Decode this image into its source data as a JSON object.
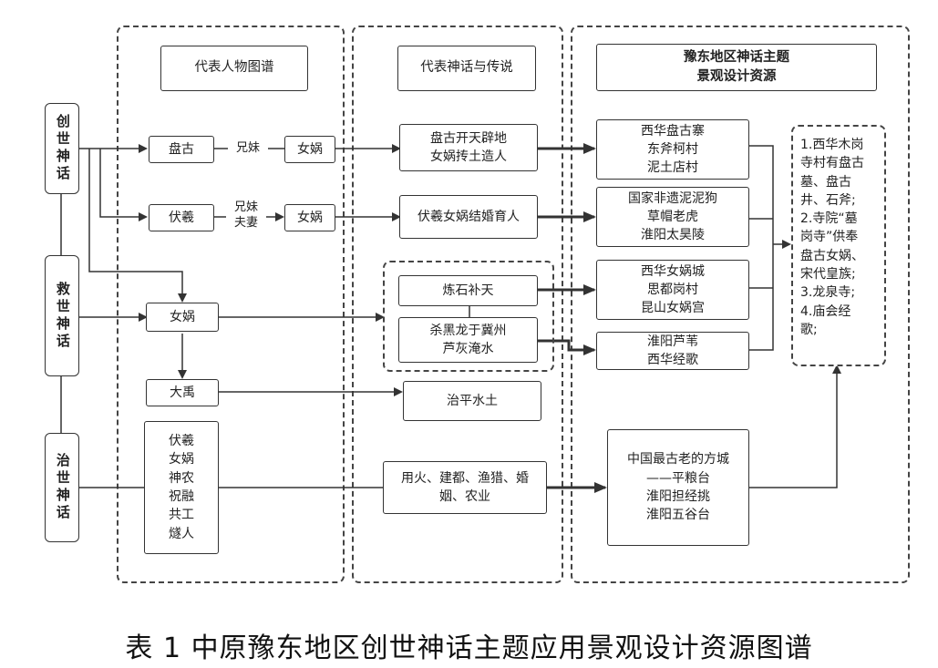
{
  "headers": {
    "figures": "代表人物图谱",
    "myths": "代表神话与传说",
    "resources": "豫东地区神话主题\n景观设计资源"
  },
  "eras": {
    "creation": "创世神话",
    "salvation": "救世神话",
    "governance": "治世神话"
  },
  "figures": {
    "pangu": "盘古",
    "nuwa1": "女娲",
    "fuxi": "伏羲",
    "nuwa2": "女娲",
    "nuwa3": "女娲",
    "dayu": "大禹",
    "group": "伏羲\n女娲\n神农\n祝融\n共工\n燧人"
  },
  "relations": {
    "siblings": "兄妹",
    "sibling_spouses": "兄妹\n夫妻"
  },
  "myths": {
    "m1": "盘古开天辟地\n女娲抟土造人",
    "m2": "伏羲女娲结婚育人",
    "m3": "炼石补天",
    "m4": "杀黑龙于冀州\n芦灰淹水",
    "m5": "治平水土",
    "m6": "用火、建都、渔猎、婚\n姻、农业"
  },
  "resources": {
    "r1": "西华盘古寨\n东斧柯村\n泥土店村",
    "r2": "国家非遗泥泥狗\n草帽老虎\n淮阳太昊陵",
    "r3": "西华女娲城\n思都岗村\n昆山女娲宫",
    "r4": "淮阳芦苇\n西华经歌",
    "r5": "中国最古老的方城\n——平粮台\n淮阳担经挑\n淮阳五谷台"
  },
  "notes": "1.西华木岗\n寺村有盘古\n墓、盘古\n井、石斧;\n2.寺院“墓\n岗寺”供奉\n盘古女娲、\n宋代皇族;\n3.龙泉寺;\n4.庙会经\n歌;",
  "caption": "表 1 中原豫东地区创世神话主题应用景观设计资源图谱"
}
